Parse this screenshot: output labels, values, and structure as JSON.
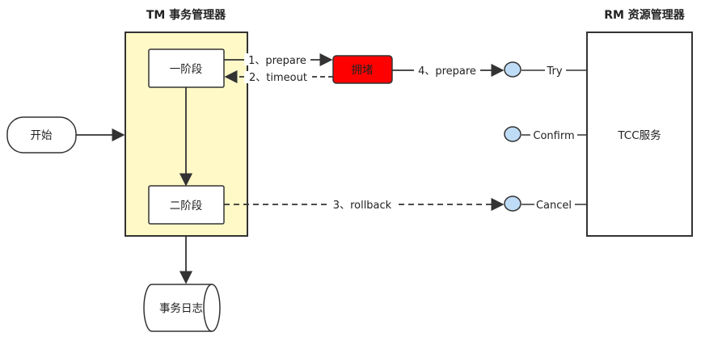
{
  "tm": {
    "title": "TM 事务管理器",
    "phase1": "一阶段",
    "phase2": "二阶段"
  },
  "rm": {
    "title": "RM 资源管理器",
    "service": "TCC服务"
  },
  "start": "开始",
  "blocked": "拥堵",
  "log": "事务日志",
  "edges": {
    "prepare1": "1、prepare",
    "timeout": "2、timeout",
    "rollback": "3、rollback",
    "prepare4": "4、prepare"
  },
  "ports": {
    "try": "Try",
    "confirm": "Confirm",
    "cancel": "Cancel"
  },
  "colors": {
    "tm_fill": "#fff9c7",
    "blocked_fill": "#ff0000",
    "port_fill": "#bfdcf7",
    "stroke": "#333333"
  }
}
